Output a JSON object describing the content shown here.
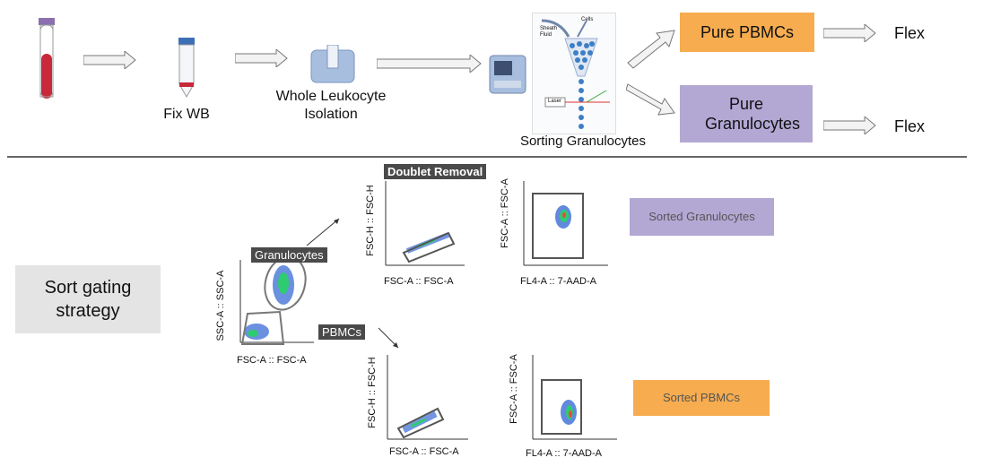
{
  "workflow": {
    "fix_wb": "Fix WB",
    "isolation": "Whole Leukocyte Isolation",
    "sorting": "Sorting Granulocytes",
    "sorter_labels": {
      "sheath": "Sheath Fluid",
      "cells": "Cells",
      "laser": "Laser"
    },
    "pure_pbmcs": "Pure PBMCs",
    "pure_granulocytes": "Pure Granulocytes",
    "flex1": "Flex",
    "flex2": "Flex"
  },
  "gating": {
    "strategy_label": "Sort gating strategy",
    "doublet_removal": "Doublet Removal",
    "granulocytes_tag": "Granulocytes",
    "pbmcs_tag": "PBMCs",
    "sorted_granulocytes": "Sorted Granulocytes",
    "sorted_pbmcs": "Sorted PBMCs",
    "plots": {
      "main": {
        "x": "FSC-A :: FSC-A",
        "y": "SSC-A :: SSC-A"
      },
      "gran_doublet": {
        "x": "FSC-A :: FSC-A",
        "y": "FSC-H :: FSC-H"
      },
      "gran_viability": {
        "x": "FL4-A :: 7-AAD-A",
        "y": "FSC-A :: FSC-A"
      },
      "pbmc_doublet": {
        "x": "FSC-A :: FSC-A",
        "y": "FSC-H :: FSC-H"
      },
      "pbmc_viability": {
        "x": "FL4-A :: 7-AAD-A",
        "y": "FSC-A :: FSC-A"
      }
    }
  },
  "colors": {
    "orange": "#f6ac4f",
    "purple": "#b3a8d4",
    "grey": "#e4e4e4",
    "tube_blood": "#c8283a"
  }
}
